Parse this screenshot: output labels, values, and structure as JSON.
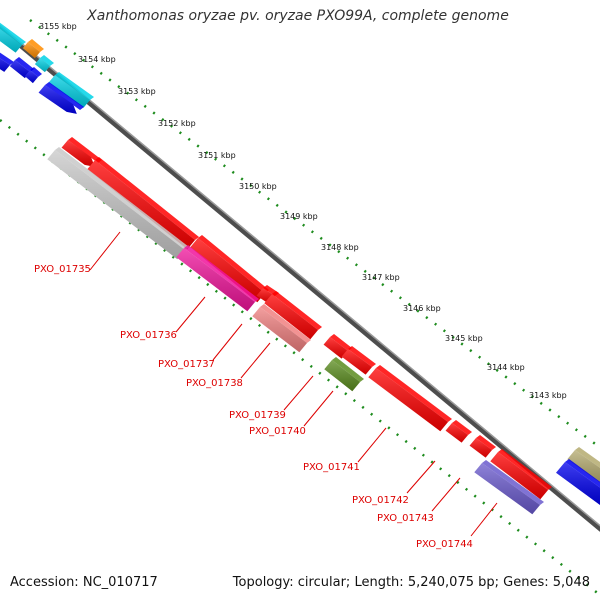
{
  "title": "Xanthomonas oryzae pv. oryzae PXO99A, complete genome",
  "footer": {
    "accession_label": "Accession:",
    "accession": "NC_010717",
    "topology_label": "Topology:",
    "topology": "circular",
    "length_label": "Length:",
    "length": "5,240,075 bp",
    "genes_label": "Genes:",
    "genes": "5,048"
  },
  "ticks": [
    "3155 kbp",
    "3154 kbp",
    "3153 kbp",
    "3152 kbp",
    "3151 kbp",
    "3150 kbp",
    "3149 kbp",
    "3148 kbp",
    "3147 kbp",
    "3146 kbp",
    "3145 kbp",
    "3144 kbp",
    "3143 kbp"
  ],
  "genes": [
    {
      "id": "PXO_01735",
      "color": "#c8c8c8"
    },
    {
      "id": "PXO_01736",
      "color": "#f0149b"
    },
    {
      "id": "PXO_01737",
      "color": "#ff0000"
    },
    {
      "id": "PXO_01738",
      "color": "#f08080"
    },
    {
      "id": "PXO_01739",
      "color": "#ff0000"
    },
    {
      "id": "PXO_01740",
      "color": "#5a8c1e"
    },
    {
      "id": "PXO_01741",
      "color": "#ff0000"
    },
    {
      "id": "PXO_01742",
      "color": "#ff0000"
    },
    {
      "id": "PXO_01743",
      "color": "#ff0000"
    },
    {
      "id": "PXO_01744",
      "color": "#6a5acd"
    }
  ],
  "colors": {
    "backbone": "#666666",
    "tick_dots": "#1e8c1e",
    "label_text": "#dd0000",
    "cog_red": "#ff0000",
    "cog_grey": "#c8c8c8",
    "cog_pink": "#f0149b",
    "cog_salmon": "#f08080",
    "cog_olive": "#5a8c1e",
    "cog_purple": "#6a5acd",
    "cog_blue": "#0000ee",
    "cog_cyan": "#00d2e6",
    "cog_orange": "#ff8c00",
    "cog_khaki": "#b4aa6e"
  }
}
